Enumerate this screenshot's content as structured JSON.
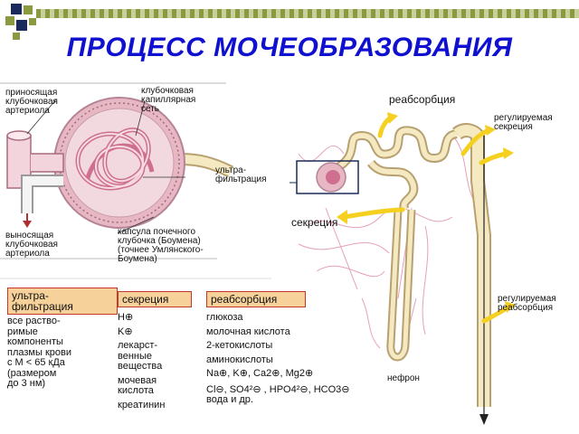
{
  "title": "ПРОЦЕСС МОЧЕОБРАЗОВАНИЯ",
  "glomerulus": {
    "afferent_arteriole": "приносящая\nклубочковая\nартериола",
    "glomerular_network": "клубочковая\nкапиллярная\nсеть",
    "ultrafiltration": "ультра-\nфильтрация",
    "efferent_arteriole": "выносящая\nклубочковая\nартериола",
    "capsule": "капсула почечного\nклубочка (Боумена)\n(точнее Умлянского-\nБоумена)"
  },
  "nephron": {
    "reabsorption": "реабсорбция",
    "regulated_secretion": "регулируемая\nсекреция",
    "secretion": "секреция",
    "regulated_reabsorption": "регулируемая\nреабсорбция",
    "nephron_label": "нефрон"
  },
  "table": {
    "ultrafiltration": {
      "header": "ультра-\nфильтрация",
      "items": [
        "все раство-",
        "римые",
        "компоненты",
        "плазмы крови",
        "с M < 65 кДа",
        "(размером",
        "до 3 нм)"
      ]
    },
    "secretion": {
      "header": "секреция",
      "items": [
        "H⊕",
        "K⊕",
        "лекарст-",
        "венные",
        "вещества",
        "мочевая",
        "кислота",
        "креатинин"
      ]
    },
    "reabsorption": {
      "header": "реабсорбция",
      "items": [
        "глюкоза",
        "молочная кислота",
        "2-кетокислоты",
        "аминокислоты",
        "Na⊕, K⊕, Ca2⊕, Mg2⊕",
        "Cl⊖, SO4²⊖ , HPO4²⊖, HCO3⊖",
        "вода и др."
      ]
    }
  },
  "colors": {
    "title": "#1010d0",
    "deco_green": "#8a9a40",
    "deco_navy": "#1a2a5a",
    "arrow": "#f5d020",
    "capsule": "#e7b7c4",
    "tubule": "#f4e9c0",
    "header_fill": "#f6d29a",
    "header_border": "#c0392b"
  }
}
